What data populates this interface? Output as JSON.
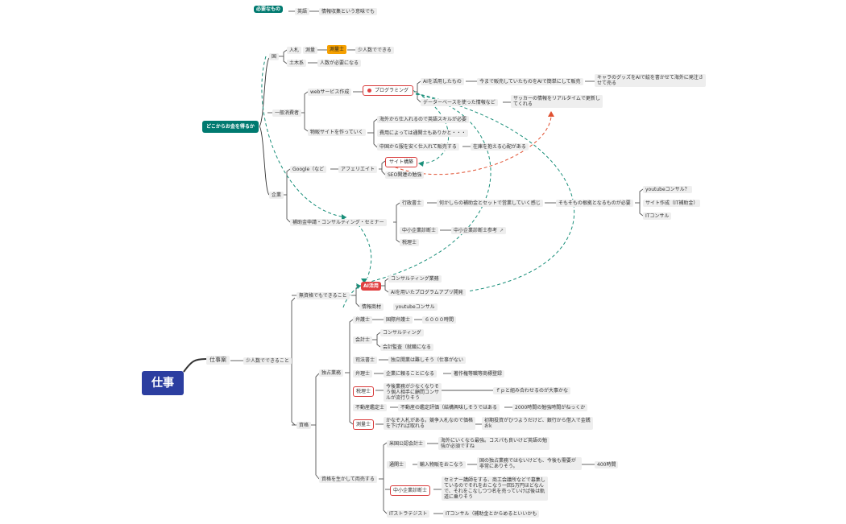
{
  "root": "仕事",
  "top_note": {
    "title": "必要なもの",
    "item": "英語",
    "detail": "情報収集という意味でも"
  },
  "how_to_earn": "どこからお金を得るか",
  "country": "国",
  "bid": "入札",
  "survey": "測量",
  "surveyor_a": "測量士",
  "small_ok": "少人数でできる",
  "civil": "土木系",
  "many_needed": "人数が必要になる",
  "consumers": "一般消費者",
  "web_service": "webサービス作成",
  "programming": "プログラミング",
  "ai_use": "AIを活用したもの",
  "ai_easy": "今まで販売していたものをAIで簡単にして販売",
  "chara": "キャラのグッズをAIで絵を書かせて海外に発注させて売る",
  "db_info": "データーベースを使った情報など",
  "soccer": "サッカーの情報をリアルタイムで更新してくれる",
  "ec_site": "物販サイトを作っていく",
  "overseas_buy": "海外から仕入れるので英語スキルが必要",
  "customs": "費用によっては通関士もありかと・・・",
  "china": "中国から服を安く仕入れて販売する",
  "stock_risk": "在庫を抱える心配がある",
  "site_build": "サイト構築",
  "seo": "SEO関連の勉強",
  "company": "企業",
  "google": "Google（など",
  "affiliate": "アフェリエイト",
  "subsidy": "補助金申請・コンサルティング・セミナー",
  "gyosei": "行政書士",
  "subsidy_set": "何かしらの補助金とセットで営業していく感じ",
  "need_cert": "そもそもの根拠となるものが必要",
  "youtube_q": "youtubeコンサル？",
  "site_it": "サイト作成（IT補助金）",
  "it_consul": "ITコンサル",
  "sme": "中小企業診断士",
  "sme_ref": "中小企業診断士参考",
  "tax_a": "税理士",
  "solo": "仕事案",
  "solo_sub": "少人数でできること",
  "no_cert": "無資格でもできること",
  "ai_app": "AI活用",
  "consulting_job": "コンサルティング業務",
  "ai_prog": "AIを用いたプログラムアプリ開発",
  "info_product": "情報商材",
  "youtube_consul": "youtubeコンサル",
  "cert": "資格",
  "exclusive": "独占業務",
  "lawyer": "弁護士",
  "intl_lawyer": "国際弁護士",
  "hours_6000": "６０００時間",
  "cpa": "会計士",
  "cpa_consult": "コンサルティング",
  "audit": "会計監査（就職になる",
  "judicial": "司法書士",
  "judicial_note": "独立開業は難しそう（仕事がない",
  "patent": "弁理士",
  "patent_note": "企業に頼ることになる",
  "patent_reg": "著作権等職等商標登録",
  "tax_b": "税理士",
  "tax_note": "今後業務が少なくなりそう個人相手に顧問コンサルが流行りそう",
  "fp": "ｆｐと組み合わせるのが大事かな",
  "real_estate": "不動産鑑定士",
  "re_note": "不動産の鑑定評価（結構興味しそうではある",
  "re_hours": "2000時間の勉強時間がねっくか",
  "surveyor_b": "測量士",
  "surveyor_note": "かなぞ入札がある。競争入札なので価格を下げれば取れる",
  "surveyor_cost": "初期投資がひつようだけど、銀行から借入で金銭おk",
  "use_cert": "資格を生かして両売する",
  "us_cpa": "米国公認会計士",
  "us_cpa_note": "海外にいくなら最強。コスパも良いけど英語の勉強が必須ですね",
  "customs_b": "通関士",
  "customs_note": "輸入物販をおこなう",
  "customs_note2": "国の独占業務ではないけども、今後も需要が非常にありそう。",
  "hours_400": "400時間",
  "sme_b": "中小企業診断士",
  "sme_note": "セミナー講師をする、商工会議所などで募集しているのでそれをおこなう一回5万円ほどなんで、それをこなしつつ名を売っていけば後は軌道に乗りそう",
  "it_strategist": "ITストラテジスト",
  "it_strat_note": "ITコンサル（補助金とからめるといいかも"
}
